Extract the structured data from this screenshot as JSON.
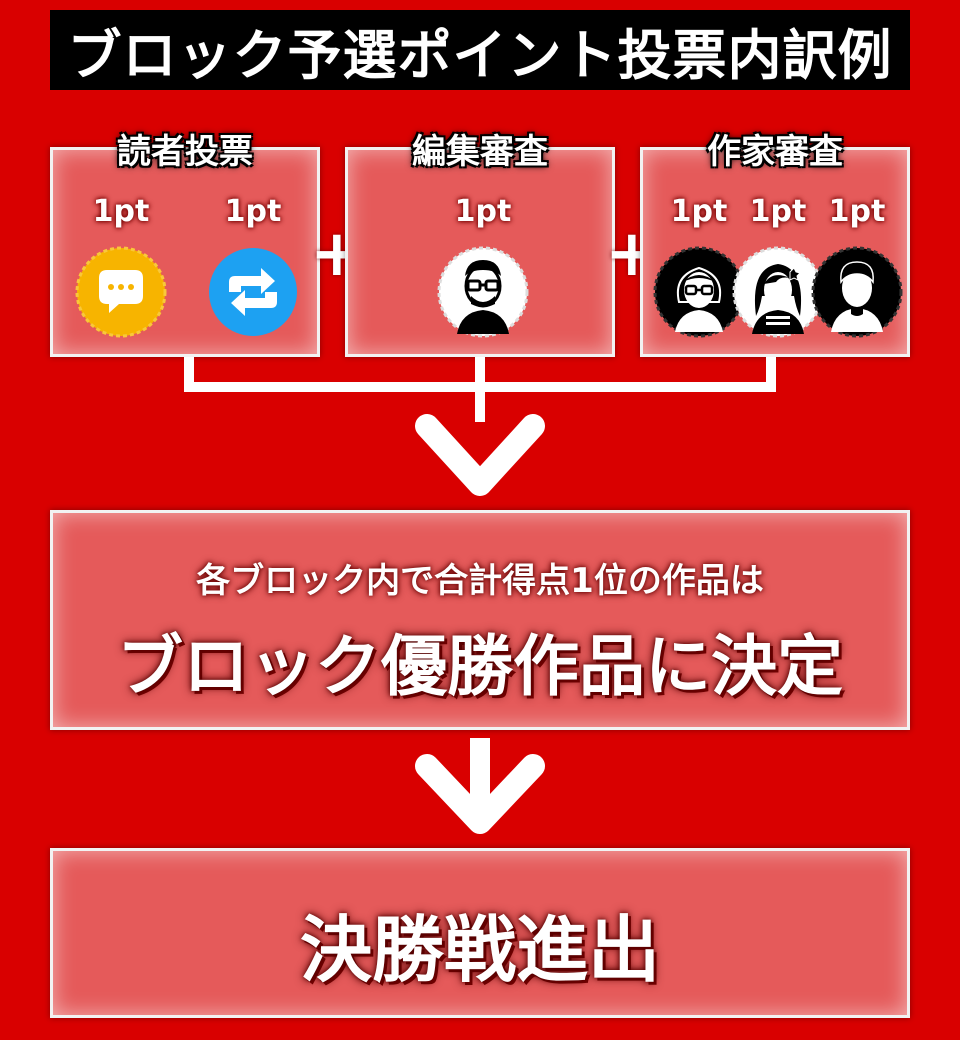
{
  "title": "ブロック予選ポイント投票内訳例",
  "groups": [
    {
      "label": "読者投票",
      "items": [
        {
          "points": "1pt",
          "icon": "comment-bubble-icon",
          "color": "#f7b400"
        },
        {
          "points": "1pt",
          "icon": "retweet-icon",
          "color": "#1da1f2"
        }
      ]
    },
    {
      "label": "編集審査",
      "items": [
        {
          "points": "1pt",
          "icon": "editor-avatar-icon"
        }
      ]
    },
    {
      "label": "作家審査",
      "items": [
        {
          "points": "1pt",
          "icon": "author-avatar-glasses-icon"
        },
        {
          "points": "1pt",
          "icon": "author-avatar-longhair-icon"
        },
        {
          "points": "1pt",
          "icon": "author-avatar-silhouette-icon"
        }
      ]
    }
  ],
  "plus_symbol": "+",
  "result": {
    "line1": "各ブロック内で合計得点1位の作品は",
    "line2": "ブロック優勝作品に決定"
  },
  "final": "決勝戦進出",
  "colors": {
    "background": "#d90000",
    "card": "#e55a5a",
    "title_bg": "#000000"
  }
}
